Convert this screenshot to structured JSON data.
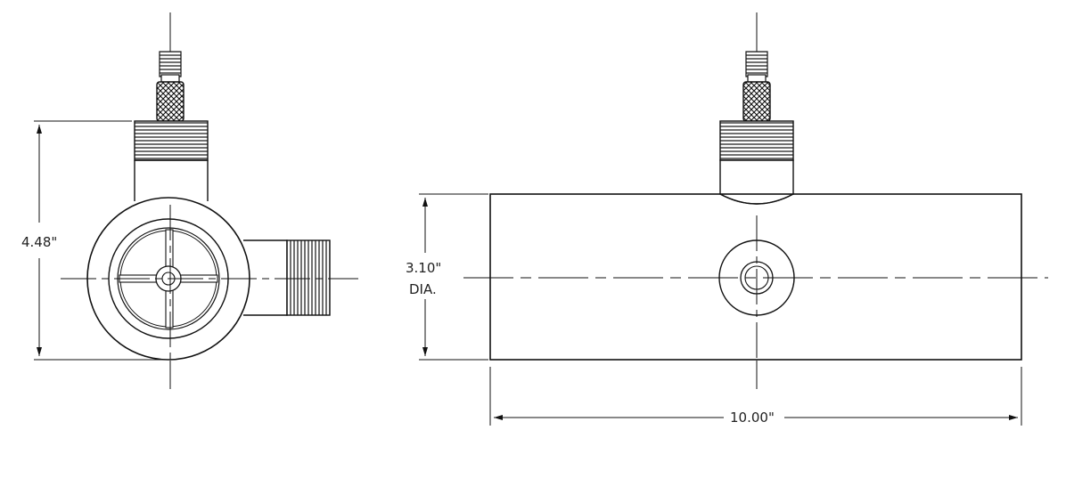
{
  "dimensions": {
    "height_label": "4.48\"",
    "diameter_label_value": "3.10\"",
    "diameter_label_suffix": "DIA.",
    "length_label": "10.00\""
  },
  "colors": {
    "line": "#111111",
    "background": "#ffffff"
  }
}
